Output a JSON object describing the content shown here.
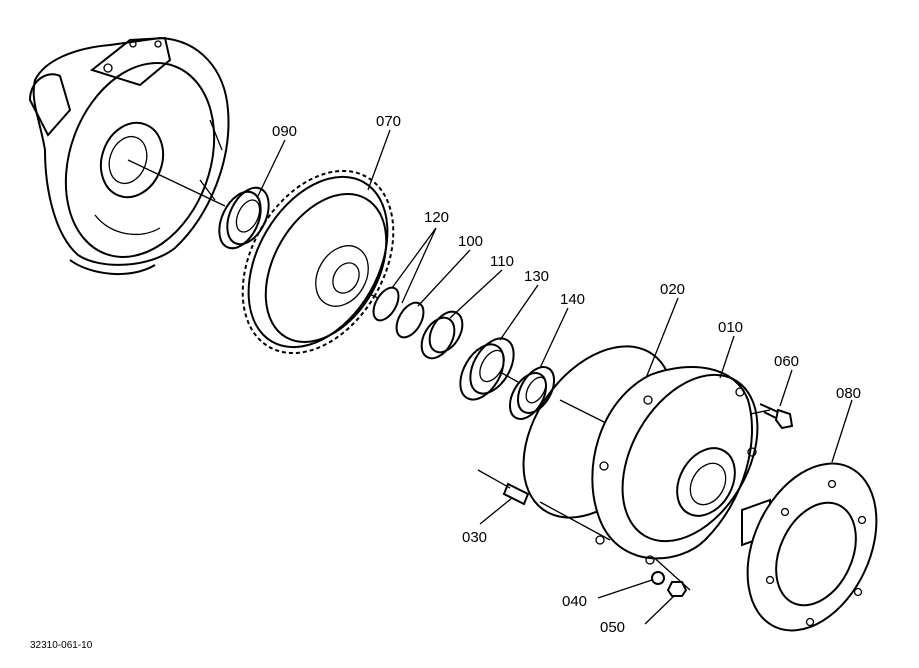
{
  "drawing_code": "32310-061-10",
  "parts": [
    {
      "id": "housing",
      "label": ""
    },
    {
      "id": "p090",
      "label": "090"
    },
    {
      "id": "p070",
      "label": "070"
    },
    {
      "id": "p120",
      "label": "120"
    },
    {
      "id": "p100",
      "label": "100"
    },
    {
      "id": "p110",
      "label": "110"
    },
    {
      "id": "p130",
      "label": "130"
    },
    {
      "id": "p140",
      "label": "140"
    },
    {
      "id": "p020",
      "label": "020"
    },
    {
      "id": "p010",
      "label": "010"
    },
    {
      "id": "p060",
      "label": "060"
    },
    {
      "id": "p080",
      "label": "080"
    },
    {
      "id": "p030",
      "label": "030"
    },
    {
      "id": "p040",
      "label": "040"
    },
    {
      "id": "p050",
      "label": "050"
    }
  ]
}
